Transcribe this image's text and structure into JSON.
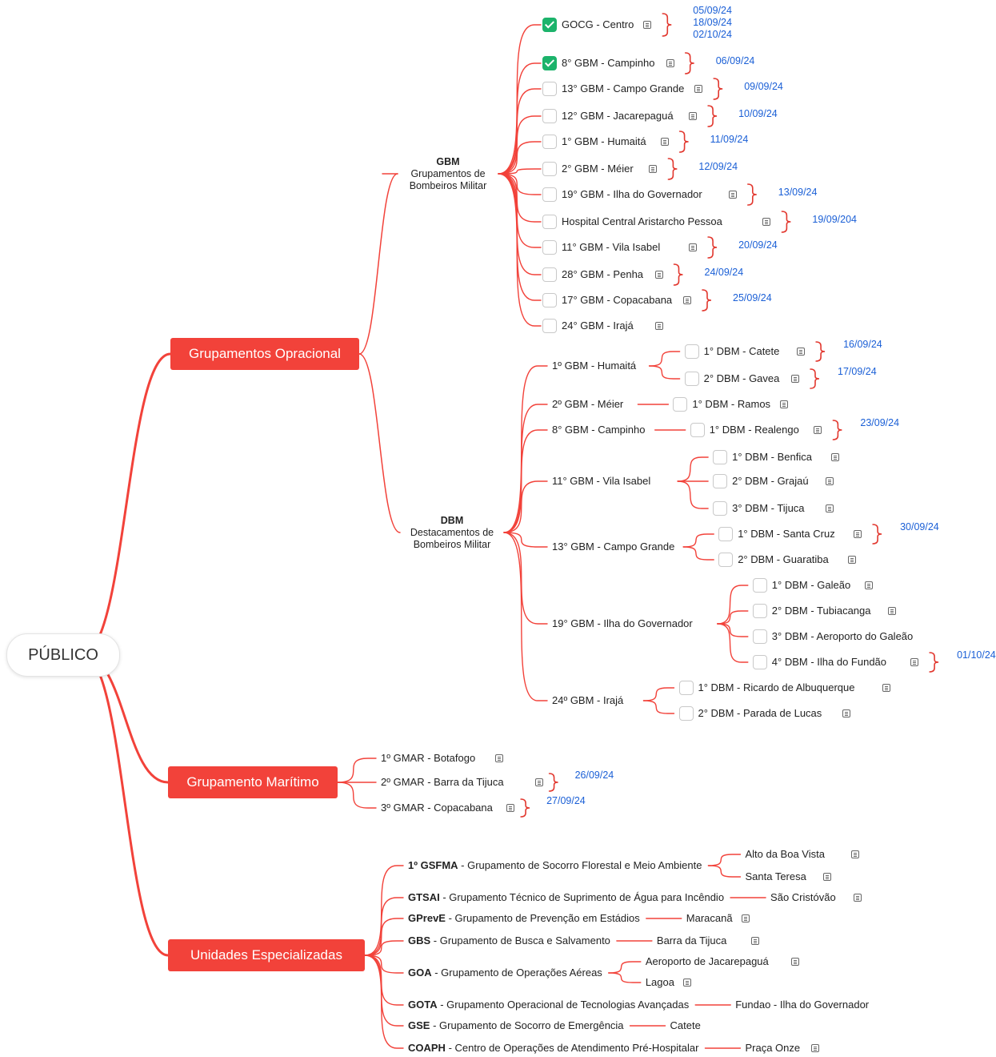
{
  "root": "PÚBLICO",
  "branches": {
    "op": "Grupamentos Opracional",
    "mar": "Grupamento Marítimo",
    "esp": "Unidades Especializadas"
  },
  "gbm_cat": {
    "title": "GBM",
    "line1": "Grupamentos de",
    "line2": "Bombeiros Militar"
  },
  "dbm_cat": {
    "title": "DBM",
    "line1": "Destacamentos de",
    "line2": "Bombeiros Militar"
  },
  "gbm_items": [
    {
      "label": "GOCG - Centro",
      "checked": true,
      "note": true,
      "dates": [
        "05/09/24",
        "18/09/24",
        "02/10/24"
      ]
    },
    {
      "label": "8° GBM - Campinho",
      "checked": true,
      "note": true,
      "dates": [
        "06/09/24"
      ]
    },
    {
      "label": "13° GBM - Campo Grande",
      "checked": false,
      "note": true,
      "dates": [
        "09/09/24"
      ]
    },
    {
      "label": "12° GBM - Jacarepaguá",
      "checked": false,
      "note": true,
      "dates": [
        "10/09/24"
      ]
    },
    {
      "label": "1° GBM - Humaitá",
      "checked": false,
      "note": true,
      "dates": [
        "11/09/24"
      ]
    },
    {
      "label": "2° GBM - Méier",
      "checked": false,
      "note": true,
      "dates": [
        "12/09/24"
      ]
    },
    {
      "label": "19° GBM - Ilha do Governador",
      "checked": false,
      "note": true,
      "dates": [
        "13/09/24"
      ]
    },
    {
      "label": "Hospital Central Aristarcho Pessoa",
      "checked": false,
      "note": true,
      "dates": [
        "19/09/204"
      ]
    },
    {
      "label": "11° GBM - Vila Isabel",
      "checked": false,
      "note": true,
      "dates": [
        "20/09/24"
      ]
    },
    {
      "label": "28° GBM - Penha",
      "checked": false,
      "note": true,
      "dates": [
        "24/09/24"
      ]
    },
    {
      "label": "17° GBM - Copacabana",
      "checked": false,
      "note": true,
      "dates": [
        "25/09/24"
      ]
    },
    {
      "label": "24° GBM - Irajá",
      "checked": false,
      "note": true,
      "dates": []
    }
  ],
  "dbm_groups": [
    {
      "label": "1º GBM - Humaitá",
      "children": [
        {
          "label": "1° DBM - Catete",
          "note": true,
          "dates": [
            "16/09/24"
          ]
        },
        {
          "label": "2° DBM - Gavea",
          "note": true,
          "dates": [
            "17/09/24"
          ]
        }
      ]
    },
    {
      "label": "2º GBM - Méier",
      "children": [
        {
          "label": "1° DBM - Ramos",
          "note": true,
          "dates": []
        }
      ]
    },
    {
      "label": "8° GBM - Campinho",
      "children": [
        {
          "label": "1° DBM - Realengo",
          "note": true,
          "dates": [
            "23/09/24"
          ]
        }
      ]
    },
    {
      "label": "11° GBM - Vila Isabel",
      "children": [
        {
          "label": "1° DBM - Benfica",
          "note": true,
          "dates": []
        },
        {
          "label": "2° DBM - Grajaú",
          "note": true,
          "dates": []
        },
        {
          "label": "3° DBM - Tijuca",
          "note": true,
          "dates": []
        }
      ]
    },
    {
      "label": "13° GBM - Campo Grande",
      "children": [
        {
          "label": "1° DBM - Santa Cruz",
          "note": true,
          "dates": [
            "30/09/24"
          ]
        },
        {
          "label": "2° DBM - Guaratiba",
          "note": true,
          "dates": []
        }
      ]
    },
    {
      "label": "19° GBM - Ilha do Governador",
      "children": [
        {
          "label": "1° DBM - Galeão",
          "note": true,
          "dates": []
        },
        {
          "label": "2° DBM - Tubiacanga",
          "note": true,
          "dates": []
        },
        {
          "label": "3° DBM - Aeroporto do Galeão",
          "note": false,
          "dates": []
        },
        {
          "label": "4° DBM - Ilha do Fundão",
          "note": true,
          "dates": [
            "01/10/24"
          ]
        }
      ]
    },
    {
      "label": "24º GBM - Irajá",
      "children": [
        {
          "label": "1° DBM - Ricardo de Albuquerque",
          "note": true,
          "dates": []
        },
        {
          "label": "2° DBM - Parada de Lucas",
          "note": true,
          "dates": []
        }
      ]
    }
  ],
  "gmar_items": [
    {
      "label": "1º GMAR  - Botafogo",
      "note": true,
      "dates": []
    },
    {
      "label": "2º GMAR  - Barra da Tijuca",
      "note": true,
      "dates": [
        "26/09/24"
      ]
    },
    {
      "label": "3º GMAR  - Copacabana",
      "note": true,
      "dates": [
        "27/09/24"
      ]
    }
  ],
  "esp_items": [
    {
      "abbr": "1º GSFMA",
      "desc": "  -  Grupamento de Socorro Florestal e Meio Ambiente",
      "children": [
        {
          "label": "Alto da Boa Vista",
          "note": true
        },
        {
          "label": "Santa Teresa",
          "note": true
        }
      ]
    },
    {
      "abbr": "GTSAI",
      "desc": " - Grupamento Técnico de Suprimento de Água para Incêndio",
      "children": [
        {
          "label": "São Cristóvão",
          "note": true
        }
      ]
    },
    {
      "abbr": "GPrevE",
      "desc": " - Grupamento de Prevenção em Estádios",
      "children": [
        {
          "label": "Maracanã",
          "note": true
        }
      ]
    },
    {
      "abbr": "GBS",
      "desc": " - Grupamento de Busca e Salvamento",
      "children": [
        {
          "label": "Barra da Tijuca",
          "note": true
        }
      ]
    },
    {
      "abbr": "GOA",
      "desc": " - Grupamento de Operações Aéreas",
      "children": [
        {
          "label": "Aeroporto de Jacarepaguá",
          "note": true
        },
        {
          "label": "Lagoa",
          "note": true
        }
      ]
    },
    {
      "abbr": "GOTA",
      "desc": " - Grupamento Operacional de Tecnologias Avançadas",
      "children": [
        {
          "label": "Fundao - Ilha do Governador",
          "note": false
        }
      ]
    },
    {
      "abbr": "GSE",
      "desc": " - Grupamento de Socorro de Emergência",
      "children": [
        {
          "label": "Catete",
          "note": false
        }
      ]
    },
    {
      "abbr": "COAPH",
      "desc": " - Centro de Operações de Atendimento Pré-Hospitalar",
      "children": [
        {
          "label": "Praça Onze",
          "note": true
        }
      ]
    }
  ],
  "colors": {
    "line": "#f2423a",
    "main_box": "#f2423a",
    "date": "#1a5fd6",
    "check": "#1cb36b",
    "bracket": "#e2382f"
  }
}
